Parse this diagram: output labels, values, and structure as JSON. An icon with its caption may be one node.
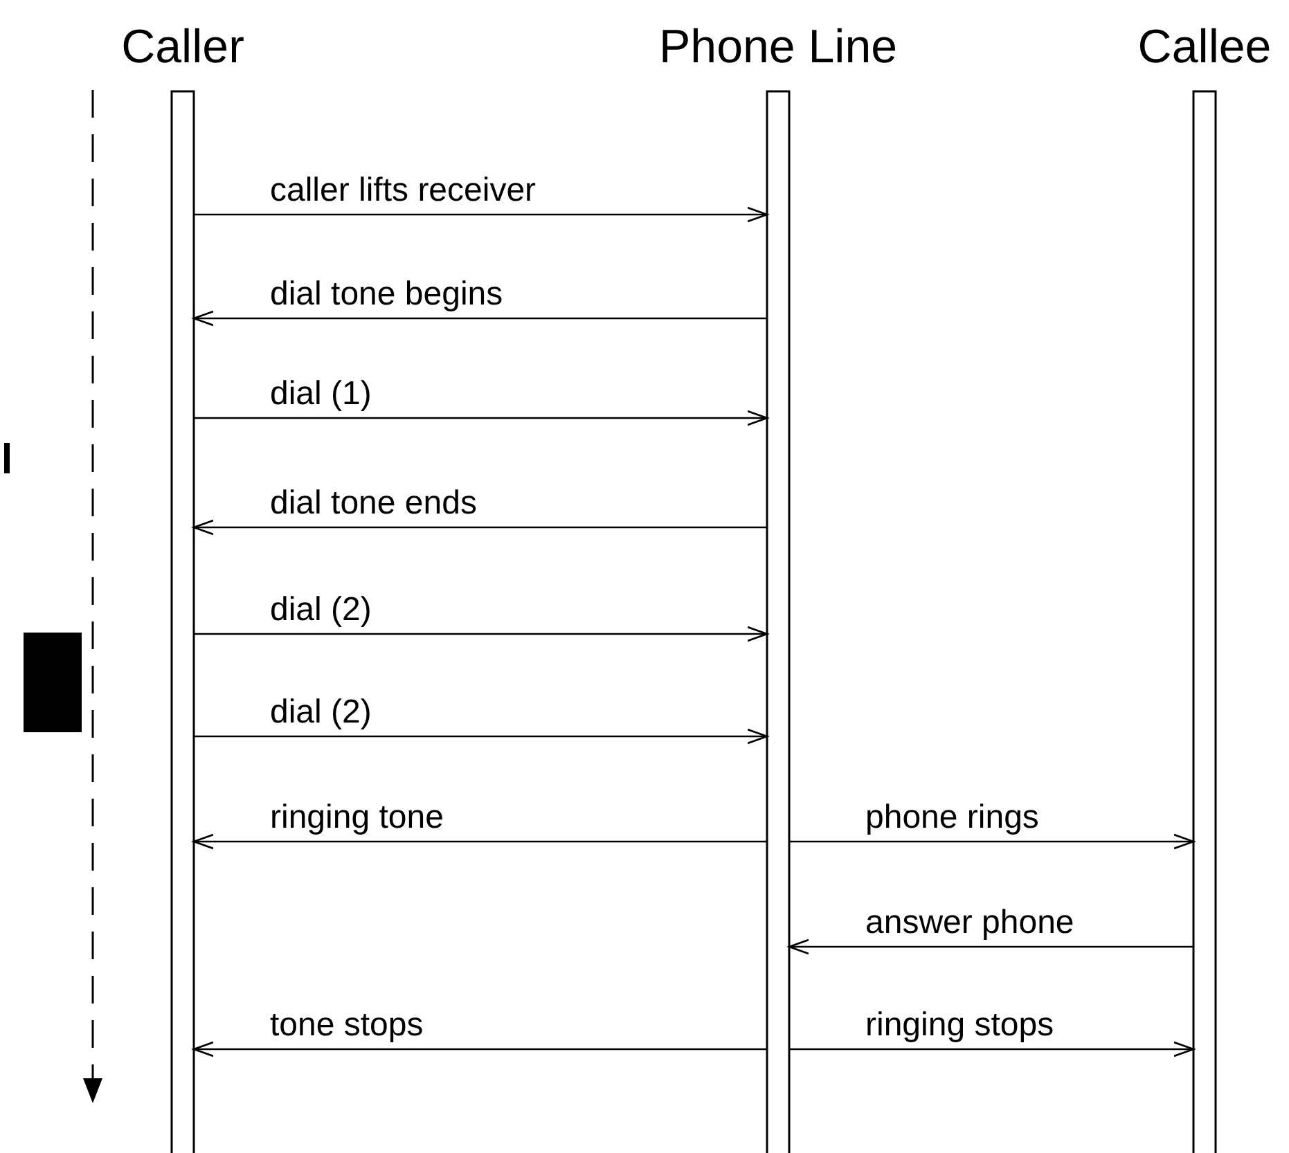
{
  "diagram": {
    "nodes": [
      {
        "text": [
          "Caller"
        ]
      },
      {
        "text": [
          "Phone Line"
        ]
      },
      {
        "text": [
          "Callee"
        ]
      }
    ],
    "edges": [
      {
        "from": 0,
        "to": 1,
        "arrow": "to",
        "label": "caller lifts receiver"
      },
      {
        "from": 1,
        "to": 0,
        "arrow": "to",
        "label": "dial tone begins"
      },
      {
        "from": 0,
        "to": 1,
        "arrow": "to",
        "label": "dial (1)"
      },
      {
        "from": 1,
        "to": 0,
        "arrow": "to",
        "label": "dial tone ends"
      },
      {
        "from": 0,
        "to": 1,
        "arrow": "to",
        "label": "dial (2)"
      },
      {
        "from": 0,
        "to": 1,
        "arrow": "to",
        "label": "dial (2)"
      },
      {
        "from": 1,
        "to": 0,
        "arrow": "to",
        "label": "ringing tone"
      },
      {
        "from": 1,
        "to": 2,
        "arrow": "to",
        "label": "phone rings"
      },
      {
        "from": 2,
        "to": 1,
        "arrow": "to",
        "label": "answer phone"
      },
      {
        "from": 1,
        "to": 0,
        "arrow": "to",
        "label": "tone stops"
      },
      {
        "from": 1,
        "to": 2,
        "arrow": "to",
        "label": "ringing stops"
      }
    ]
  }
}
